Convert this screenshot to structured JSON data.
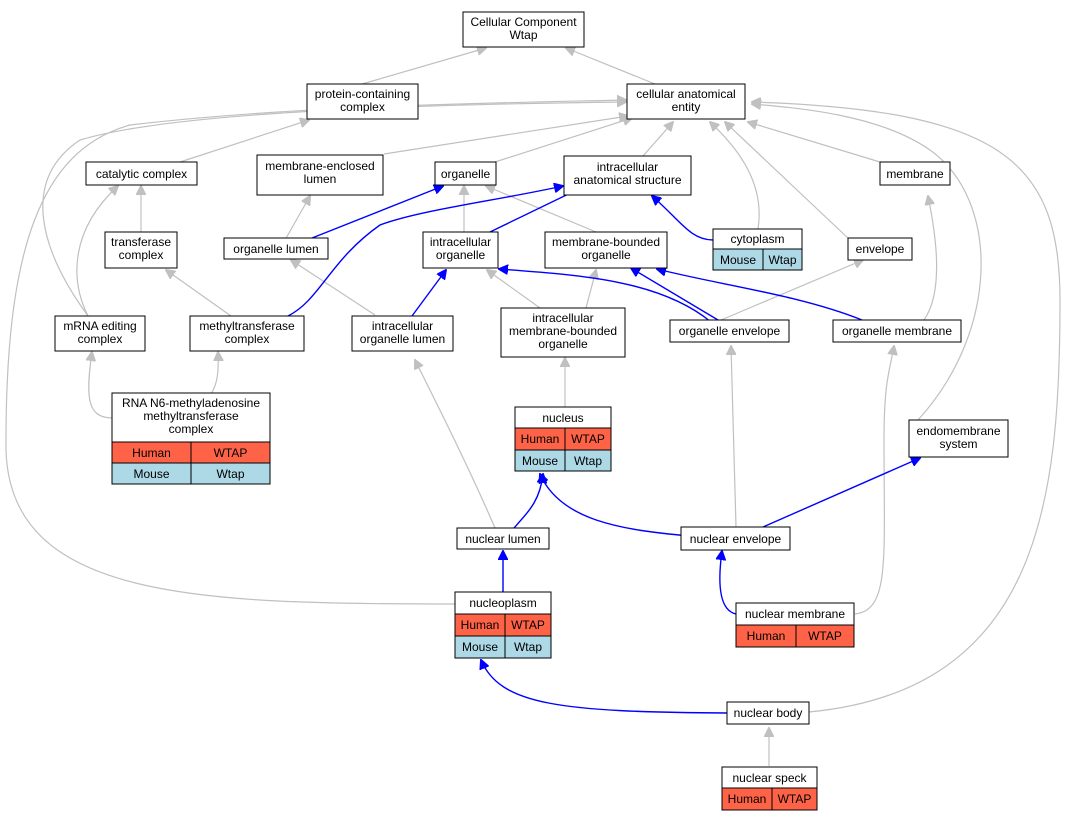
{
  "colors": {
    "human": "#ff6347",
    "mouse": "#add8e6",
    "is_a_edge": "#c0c0c0",
    "part_of_edge": "#0000ff"
  },
  "nodes": {
    "root": [
      "Cellular Component",
      "Wtap"
    ],
    "protein_complex": [
      "protein-containing",
      "complex"
    ],
    "cellular_anatomical_entity": [
      "cellular anatomical",
      "entity"
    ],
    "catalytic_complex": [
      "catalytic complex"
    ],
    "membrane_enclosed_lumen": [
      "membrane-enclosed",
      "lumen"
    ],
    "organelle": [
      "organelle"
    ],
    "intracellular_anatomical_structure": [
      "intracellular",
      "anatomical structure"
    ],
    "membrane": [
      "membrane"
    ],
    "transferase_complex": [
      "transferase",
      "complex"
    ],
    "organelle_lumen": [
      "organelle lumen"
    ],
    "intracellular_organelle": [
      "intracellular",
      "organelle"
    ],
    "membrane_bounded_organelle": [
      "membrane-bounded",
      "organelle"
    ],
    "cytoplasm": [
      "cytoplasm"
    ],
    "envelope": [
      "envelope"
    ],
    "mrna_editing_complex": [
      "mRNA editing",
      "complex"
    ],
    "methyltransferase_complex": [
      "methyltransferase",
      "complex"
    ],
    "intracellular_organelle_lumen": [
      "intracellular",
      "organelle lumen"
    ],
    "intracellular_membrane_bounded_organelle": [
      "intracellular",
      "membrane-bounded",
      "organelle"
    ],
    "organelle_envelope": [
      "organelle envelope"
    ],
    "organelle_membrane": [
      "organelle membrane"
    ],
    "rna_m6a_complex": [
      "RNA N6-methyladenosine",
      "methyltransferase",
      "complex"
    ],
    "nucleus": [
      "nucleus"
    ],
    "endomembrane_system": [
      "endomembrane",
      "system"
    ],
    "nuclear_lumen": [
      "nuclear lumen"
    ],
    "nuclear_envelope": [
      "nuclear envelope"
    ],
    "nucleoplasm": [
      "nucleoplasm"
    ],
    "nuclear_membrane": [
      "nuclear membrane"
    ],
    "nuclear_body": [
      "nuclear body"
    ],
    "nuclear_speck": [
      "nuclear speck"
    ]
  },
  "annotations": {
    "cytoplasm": [
      [
        "Mouse",
        "Wtap"
      ]
    ],
    "rna_m6a_complex": [
      [
        "Human",
        "WTAP"
      ],
      [
        "Mouse",
        "Wtap"
      ]
    ],
    "nucleus": [
      [
        "Human",
        "WTAP"
      ],
      [
        "Mouse",
        "Wtap"
      ]
    ],
    "nucleoplasm": [
      [
        "Human",
        "WTAP"
      ],
      [
        "Mouse",
        "Wtap"
      ]
    ],
    "nuclear_membrane": [
      [
        "Human",
        "WTAP"
      ]
    ],
    "nuclear_speck": [
      [
        "Human",
        "WTAP"
      ]
    ]
  }
}
